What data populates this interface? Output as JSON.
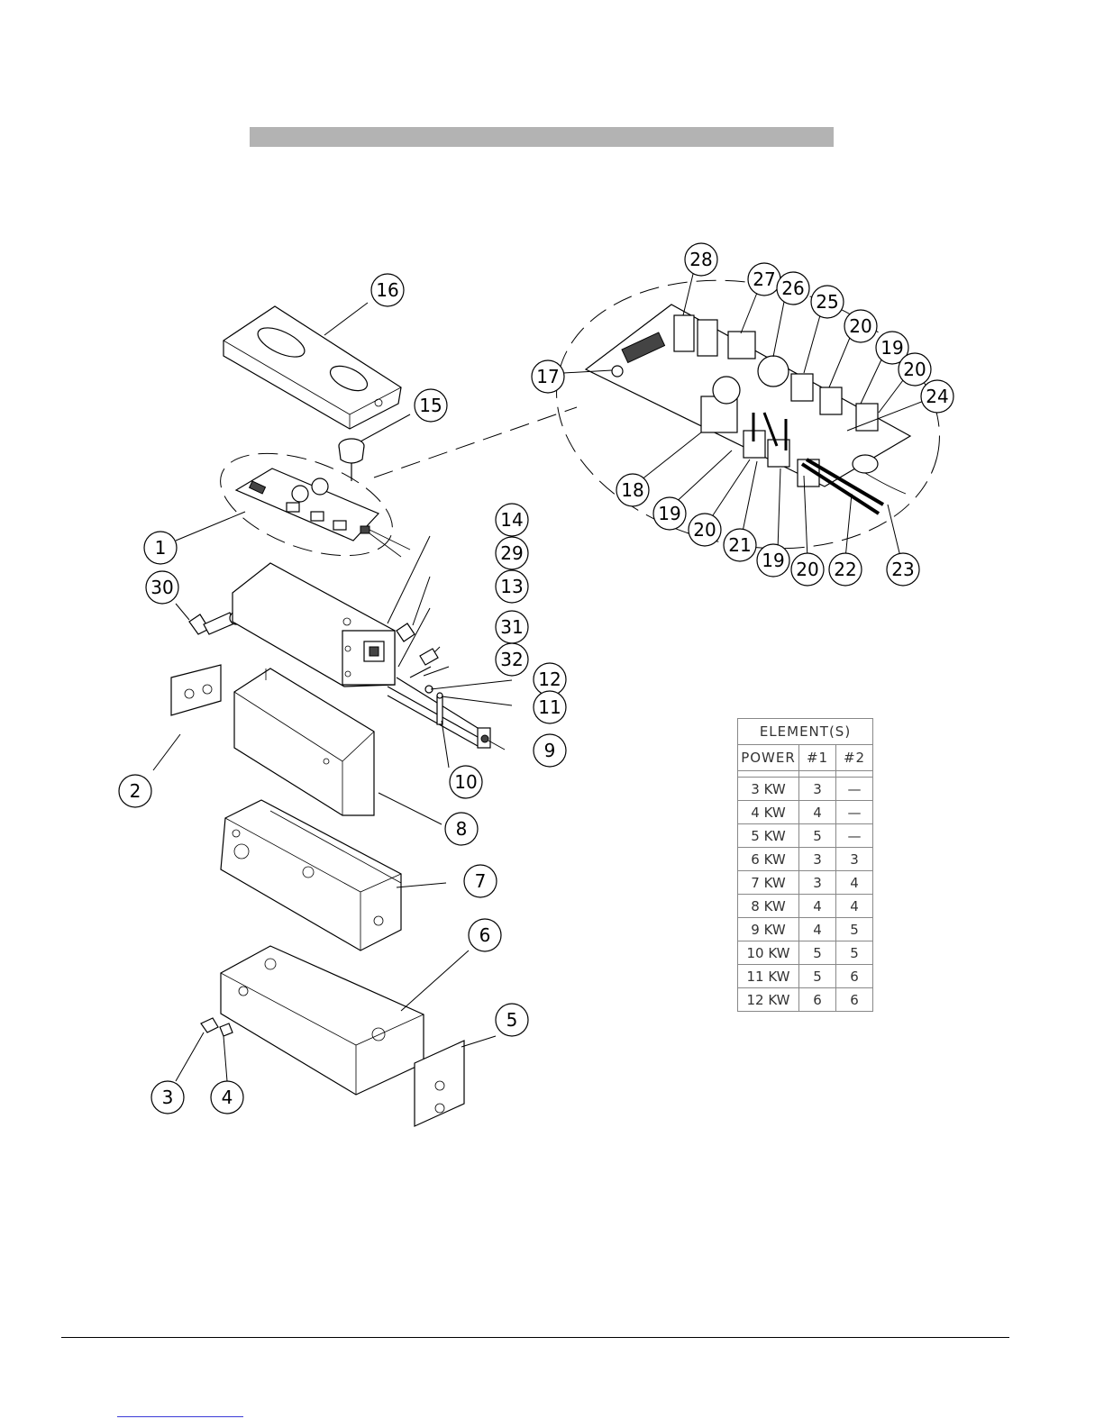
{
  "callouts": [
    {
      "id": "c16",
      "label": "16"
    },
    {
      "id": "c15",
      "label": "15"
    },
    {
      "id": "c1",
      "label": "1"
    },
    {
      "id": "c30",
      "label": "30"
    },
    {
      "id": "c14",
      "label": "14"
    },
    {
      "id": "c29",
      "label": "29"
    },
    {
      "id": "c13",
      "label": "13"
    },
    {
      "id": "c31",
      "label": "31"
    },
    {
      "id": "c32",
      "label": "32"
    },
    {
      "id": "c12",
      "label": "12"
    },
    {
      "id": "c11",
      "label": "11"
    },
    {
      "id": "c9",
      "label": "9"
    },
    {
      "id": "c10",
      "label": "10"
    },
    {
      "id": "c2",
      "label": "2"
    },
    {
      "id": "c8",
      "label": "8"
    },
    {
      "id": "c7",
      "label": "7"
    },
    {
      "id": "c6",
      "label": "6"
    },
    {
      "id": "c5",
      "label": "5"
    },
    {
      "id": "c3",
      "label": "3"
    },
    {
      "id": "c4",
      "label": "4"
    },
    {
      "id": "c28",
      "label": "28"
    },
    {
      "id": "c27",
      "label": "27"
    },
    {
      "id": "c26",
      "label": "26"
    },
    {
      "id": "c25",
      "label": "25"
    },
    {
      "id": "c20a",
      "label": "20"
    },
    {
      "id": "c19a",
      "label": "19"
    },
    {
      "id": "c20b",
      "label": "20"
    },
    {
      "id": "c24",
      "label": "24"
    },
    {
      "id": "c17",
      "label": "17"
    },
    {
      "id": "c18",
      "label": "18"
    },
    {
      "id": "c19b",
      "label": "19"
    },
    {
      "id": "c20c",
      "label": "20"
    },
    {
      "id": "c21",
      "label": "21"
    },
    {
      "id": "c19c",
      "label": "19"
    },
    {
      "id": "c20d",
      "label": "20"
    },
    {
      "id": "c22",
      "label": "22"
    },
    {
      "id": "c23",
      "label": "23"
    }
  ],
  "element_table": {
    "title": "ELEMENT(S)",
    "headers": [
      "POWER",
      "#1",
      "#2"
    ],
    "rows": [
      [
        "3  KW",
        "3",
        "—"
      ],
      [
        "4  KW",
        "4",
        "—"
      ],
      [
        "5  KW",
        "5",
        "—"
      ],
      [
        "6  KW",
        "3",
        "3"
      ],
      [
        "7  KW",
        "3",
        "4"
      ],
      [
        "8  KW",
        "4",
        "4"
      ],
      [
        "9  KW",
        "4",
        "5"
      ],
      [
        "10  KW",
        "5",
        "5"
      ],
      [
        "11  KW",
        "5",
        "6"
      ],
      [
        "12  KW",
        "6",
        "6"
      ]
    ]
  },
  "colors": {
    "title_bar": "#b3b3b3",
    "table_border": "#888888",
    "link_underline": "#3b3bd6"
  }
}
